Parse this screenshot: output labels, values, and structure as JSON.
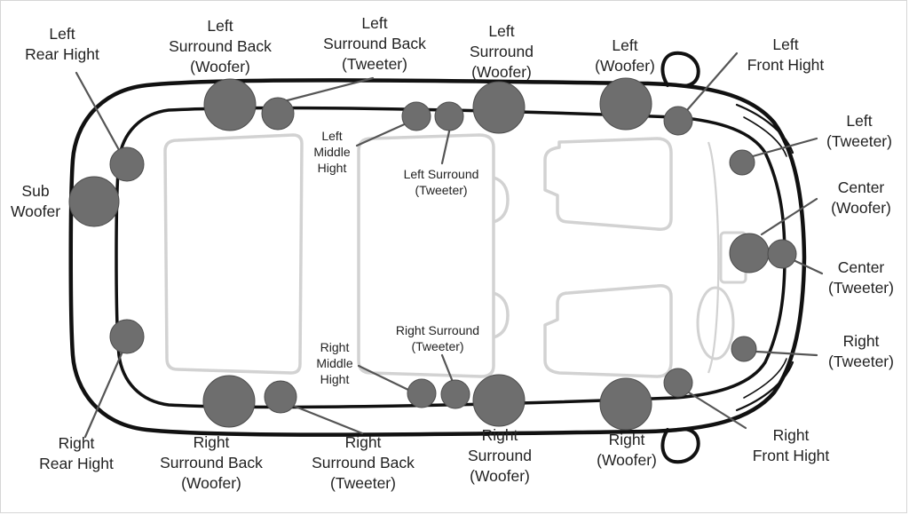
{
  "colors": {
    "speaker_fill": "#6e6e6e",
    "speaker_stroke": "#4c4c4c",
    "car_outline": "#111111",
    "seat_outline": "#d2d2d2",
    "leader_line": "#555555",
    "label_text": "#222222"
  },
  "speakers": {
    "left_rear_hight": {
      "lines": [
        "Left",
        "Rear Hight"
      ]
    },
    "sub_woofer": {
      "lines": [
        "Sub",
        "Woofer"
      ]
    },
    "right_rear_hight": {
      "lines": [
        "Right",
        "Rear Hight"
      ]
    },
    "left_surround_back_woofer": {
      "lines": [
        "Left",
        "Surround Back",
        "(Woofer)"
      ]
    },
    "left_surround_back_tweeter": {
      "lines": [
        "Left",
        "Surround Back",
        "(Tweeter)"
      ]
    },
    "right_surround_back_woofer": {
      "lines": [
        "Right",
        "Surround Back",
        "(Woofer)"
      ]
    },
    "right_surround_back_tweeter": {
      "lines": [
        "Right",
        "Surround Back",
        "(Tweeter)"
      ]
    },
    "left_middle_hight": {
      "lines": [
        "Left",
        "Middle",
        "Hight"
      ]
    },
    "right_middle_hight": {
      "lines": [
        "Right",
        "Middle",
        "Hight"
      ]
    },
    "left_surround_tweeter": {
      "lines": [
        "Left Surround",
        "(Tweeter)"
      ]
    },
    "right_surround_tweeter": {
      "lines": [
        "Right Surround",
        "(Tweeter)"
      ]
    },
    "left_surround_woofer": {
      "lines": [
        "Left",
        "Surround",
        "(Woofer)"
      ]
    },
    "right_surround_woofer": {
      "lines": [
        "Right",
        "Surround",
        "(Woofer)"
      ]
    },
    "left_woofer": {
      "lines": [
        "Left",
        "(Woofer)"
      ]
    },
    "right_woofer": {
      "lines": [
        "Right",
        "(Woofer)"
      ]
    },
    "left_front_hight": {
      "lines": [
        "Left",
        "Front Hight"
      ]
    },
    "right_front_hight": {
      "lines": [
        "Right",
        "Front Hight"
      ]
    },
    "left_tweeter": {
      "lines": [
        "Left",
        "(Tweeter)"
      ]
    },
    "right_tweeter": {
      "lines": [
        "Right",
        "(Tweeter)"
      ]
    },
    "center_woofer": {
      "lines": [
        "Center",
        "(Woofer)"
      ]
    },
    "center_tweeter": {
      "lines": [
        "Center",
        "(Tweeter)"
      ]
    }
  }
}
